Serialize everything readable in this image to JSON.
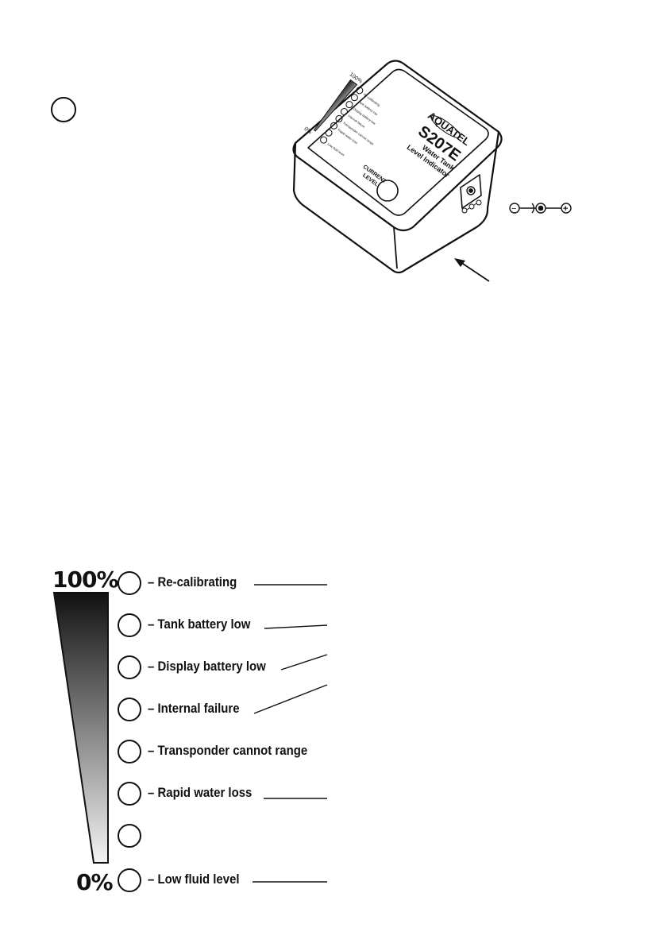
{
  "device": {
    "brand": "AQUATEL",
    "model": "S207E",
    "subtitle_line1": "Water Tank",
    "subtitle_line2": "Level Indicator",
    "button_line1": "CURRENT",
    "button_line2": "LEVEL",
    "face_top_pct": "100%",
    "face_bottom_pct": "0%",
    "face_labels": [
      "Re-calibrating",
      "Tank battery low",
      "Display battery low",
      "Internal failure",
      "Transponder cannot range",
      "Rapid water loss",
      "",
      "Low fluid level"
    ]
  },
  "legend": {
    "top_pct": "100%",
    "bottom_pct": "0%",
    "items": [
      {
        "label": "– Re-calibrating",
        "leader": true
      },
      {
        "label": "– Tank battery low",
        "leader": true
      },
      {
        "label": "– Display battery low",
        "leader": true
      },
      {
        "label": "– Internal failure",
        "leader": true
      },
      {
        "label": "– Transponder cannot range",
        "leader": false
      },
      {
        "label": "– Rapid water loss",
        "leader": true
      },
      {
        "label": "",
        "leader": false
      },
      {
        "label": "– Low fluid level",
        "leader": true
      }
    ]
  },
  "polarity": {
    "minus": "−",
    "plus": "+"
  },
  "colors": {
    "ink": "#111111",
    "gradient_top": "#111111",
    "gradient_bottom": "#f2f2f2"
  }
}
